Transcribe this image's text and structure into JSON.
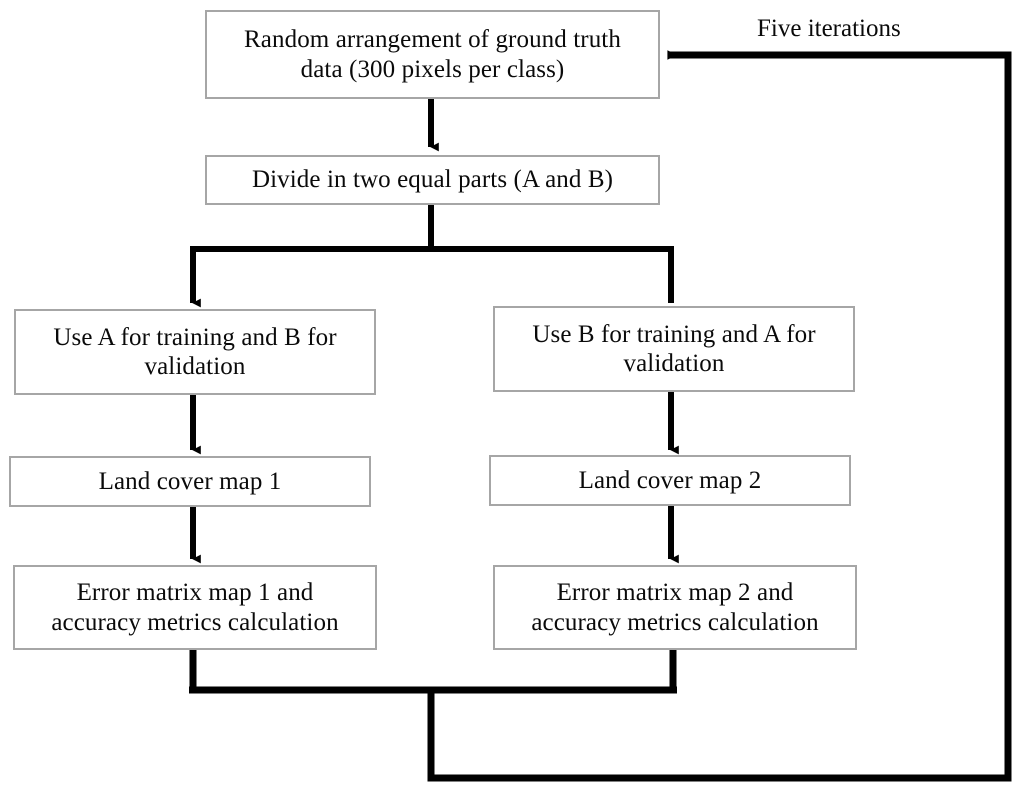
{
  "diagram": {
    "title": "Five-iteration two-fold cross-validation workflow",
    "background_color": "#ffffff",
    "box_border_color": "#a6a6a6",
    "connector_color": "#000000",
    "text_color": "#0a0a0a",
    "nodes": {
      "ground_truth": "Random arrangement of ground truth\ndata (300 pixels per class)",
      "divide": "Divide in two equal parts (A and B)",
      "fold_a": "Use A for training and B for\nvalidation",
      "fold_b": "Use B for training and A for\nvalidation",
      "map_1": "Land cover map 1",
      "map_2": "Land cover map 2",
      "error_1": "Error matrix map 1 and\naccuracy metrics calculation",
      "error_2": "Error matrix map 2 and\naccuracy metrics calculation"
    },
    "loop_label": "Five iterations"
  }
}
